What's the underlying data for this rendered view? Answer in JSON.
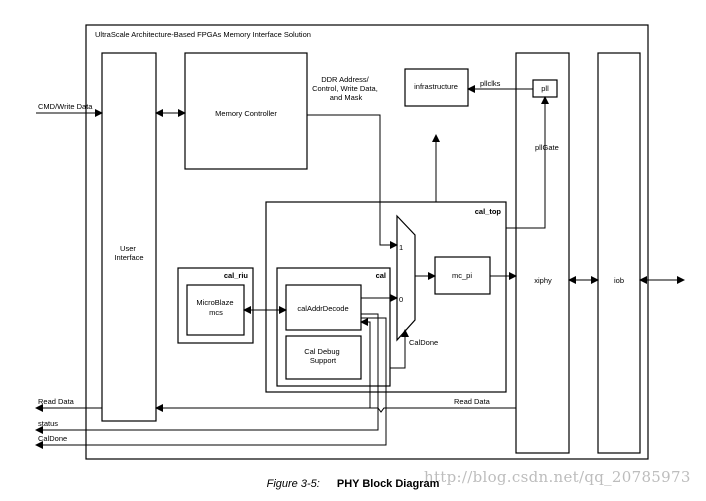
{
  "diagram": {
    "outer_title": "UltraScale Architecture-Based FPGAs Memory Interface Solution",
    "blocks": {
      "user_interface": [
        "User",
        "Interface"
      ],
      "memory_controller": "Memory Controller",
      "infrastructure": "infrastructure",
      "pll": "pll",
      "cal_top": "cal_top",
      "cal": "cal",
      "cal_riu": "cal_riu",
      "microblaze": [
        "MicroBlaze",
        "mcs"
      ],
      "cal_addr_decode": "calAddrDecode",
      "cal_debug": [
        "Cal Debug",
        "Support"
      ],
      "mc_pi": "mc_pi",
      "xiphy": "xiphy",
      "iob": "iob"
    },
    "signals": {
      "cmd_write": "CMD/Write Data",
      "ddr_address": [
        "DDR Address/",
        "Control, Write Data,",
        "and Mask"
      ],
      "pllclks": "pllclks",
      "pllgate": "pllGate",
      "mux_in1": "1",
      "mux_in0": "0",
      "caldone_mux": "CalDone",
      "read_data_right": "Read Data",
      "read_data_left": "Read Data",
      "status": "status",
      "caldone_left": "CalDone"
    }
  },
  "caption": {
    "figure_label": "Figure 3-5:",
    "title": "PHY Block Diagram"
  },
  "watermark": "http://blog.csdn.net/qq_20785973"
}
